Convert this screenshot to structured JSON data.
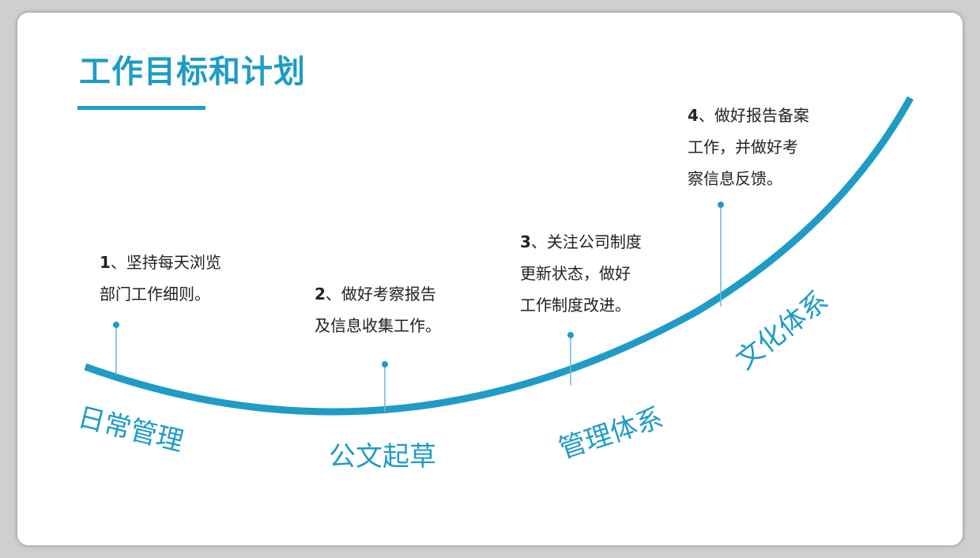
{
  "title": "工作目标和计划",
  "colors": {
    "accent": "#1e9cc6",
    "text": "#222222",
    "background": "#ffffff"
  },
  "items": [
    {
      "num": "1",
      "sep": "、",
      "line1": "坚持每天浏览",
      "line2": "部门工作细则。",
      "line3": "",
      "stage": "日常管理"
    },
    {
      "num": "2",
      "sep": "、",
      "line1": "做好考察报告",
      "line2": "及信息收集工作。",
      "line3": "",
      "stage": "公文起草"
    },
    {
      "num": "3",
      "sep": "、",
      "line1": "关注公司制度",
      "line2": "更新状态，做好",
      "line3": "工作制度改进。",
      "stage": "管理体系"
    },
    {
      "num": "4",
      "sep": "、",
      "line1": "做好报告备案",
      "line2": "工作，并做好考",
      "line3": "察信息反馈。",
      "stage": "文化体系"
    }
  ]
}
